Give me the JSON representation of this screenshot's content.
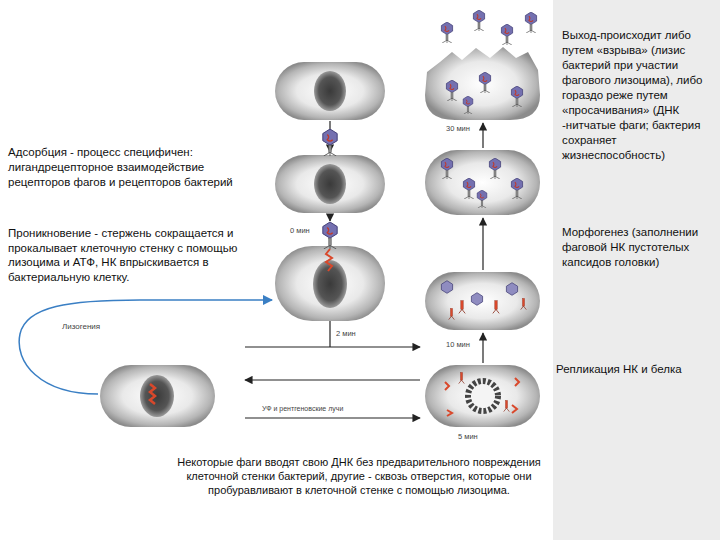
{
  "diagram": {
    "labels": [
      "Адсорбция - процесс специфичен: лигандрецепторное взаимодействие рецепторов фагов и рецепторов бактерий",
      "Проникновение - стержень сокращается и прокалывает клеточную стенку с помощью лизоцима и АТФ, НК впрыскивается в бактериальную клетку.",
      "Выход-происходит либо путем «взрыва» (лизис бактерий при участии фагового лизоцима), либо гораздо реже путем «просачивания» (ДНК -нитчатые фаги; бактерия сохраняет жизнеспособность)",
      "Морфогенез (заполнении фаговой НК пустотелых капсидов головки)",
      "Репликация НК и белка",
      "Лизогения",
      "30 мин",
      "0 мин",
      "2 мин",
      "10 мин",
      "5 мин",
      "УФ и рентгеновские лучи",
      "Некоторые фаги вводят свою ДНК без предварительного повреждения клеточной стенки бактерий, другие - сквозь отверстия, которые они пробуравливают в клеточной стенке с помощью лизоцима."
    ]
  }
}
